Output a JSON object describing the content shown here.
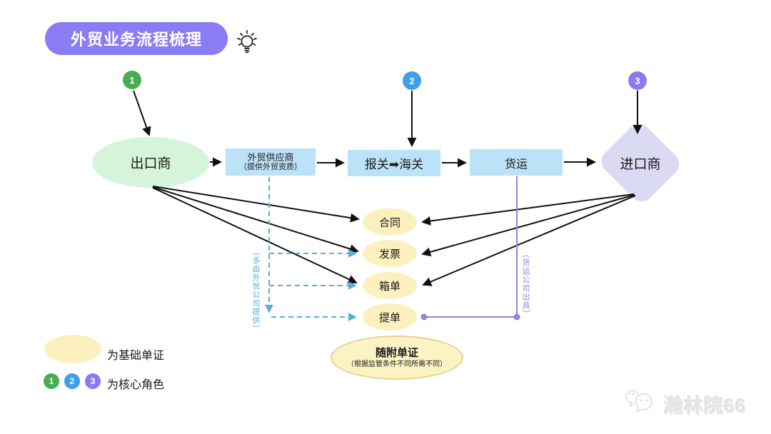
{
  "title": {
    "text": "外贸业务流程梳理"
  },
  "badges": {
    "one": "1",
    "two": "2",
    "three": "3"
  },
  "flow": {
    "exporter": "出口商",
    "supplier": "外贸供应商",
    "supplier_sub": "（提供外贸资质）",
    "customs": "报关➡海关",
    "freight": "货运",
    "importer": "进口商"
  },
  "documents": {
    "contract": "合同",
    "invoice": "发票",
    "packing_list": "箱单",
    "bill_of_lading": "提单"
  },
  "notes": {
    "supplier_note": "（多由外贸公司提供）",
    "freight_note": "（货运公司出具）"
  },
  "attached": {
    "title": "随附单证",
    "subtitle": "（根据监管条件不同所需不同）"
  },
  "legend": {
    "basic_doc": "为基础单证",
    "core_role": "为核心角色"
  },
  "watermark": {
    "text": "瀚林院66"
  },
  "colors": {
    "title_bg": "#8A7CF2",
    "role1_green": "#47AD52",
    "role2_blue": "#3E9FE9",
    "role3_purple": "#8A7BEE",
    "exporter_bg": "#D6F4DA",
    "process_bg": "#BCE2F7",
    "importer_bg": "#DBDAF3",
    "doc_bg": "#FBF0BE",
    "dashed_line": "#58AED8",
    "freight_line": "#9185DB"
  }
}
